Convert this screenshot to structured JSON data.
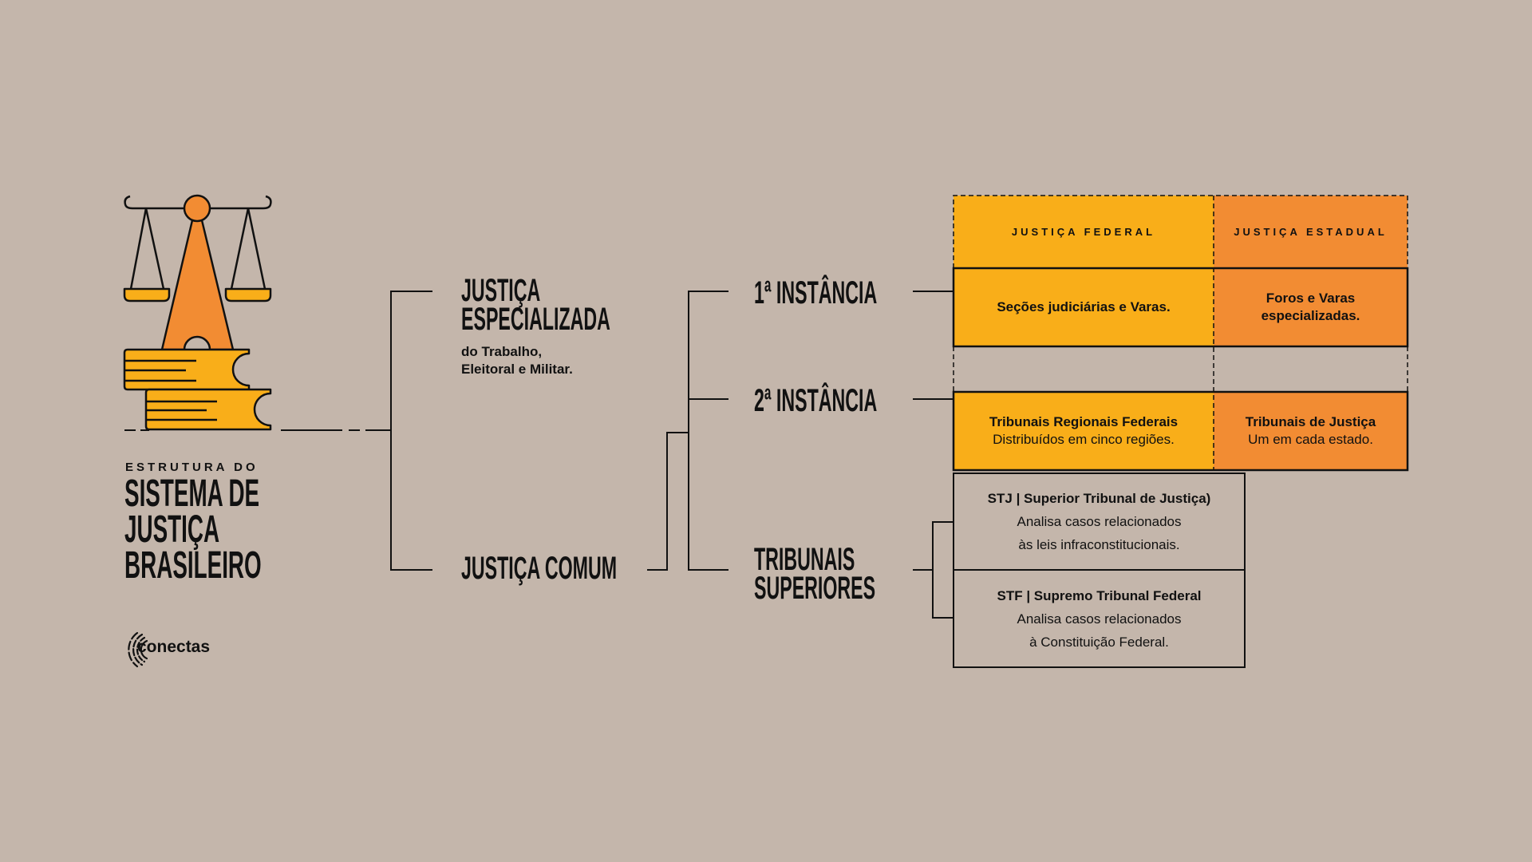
{
  "colors": {
    "background": "#c4b6ab",
    "yellow": "#f9ae19",
    "orange": "#f28c33",
    "ink": "#111111"
  },
  "title": {
    "kicker": "ESTRUTURA DO",
    "lines": [
      "SISTEMA DE",
      "JUSTIÇA",
      "BRASILEIRO"
    ]
  },
  "logo": {
    "text": "conectas"
  },
  "branches": {
    "especializada": {
      "lines": [
        "JUSTIÇA",
        "ESPECIALIZADA"
      ],
      "sub": [
        "do Trabalho,",
        "Eleitoral e Militar."
      ]
    },
    "comum": {
      "label": "JUSTIÇA COMUM"
    }
  },
  "levels": {
    "first": "1ª INSTÂNCIA",
    "second": "2ª INSTÂNCIA",
    "superiores": [
      "TRIBUNAIS",
      "SUPERIORES"
    ]
  },
  "table": {
    "headers": [
      "JUSTIÇA FEDERAL",
      "JUSTIÇA ESTADUAL"
    ],
    "first": {
      "federal": "Seções judiciárias e Varas.",
      "estadual": [
        "Foros e Varas",
        "especializadas."
      ]
    },
    "second": {
      "federal": {
        "title": "Tribunais Regionais Federais",
        "desc": "Distribuídos em cinco regiões."
      },
      "estadual": {
        "title": "Tribunais de Justiça",
        "desc": "Um em cada estado."
      }
    }
  },
  "superiores": [
    {
      "title": "STJ | Superior Tribunal de Justiça)",
      "desc": [
        "Analisa casos relacionados",
        "às leis infraconstitucionais."
      ]
    },
    {
      "title": "STF | Supremo Tribunal Federal",
      "desc": [
        "Analisa casos relacionados",
        "à Constituição Federal."
      ]
    }
  ]
}
